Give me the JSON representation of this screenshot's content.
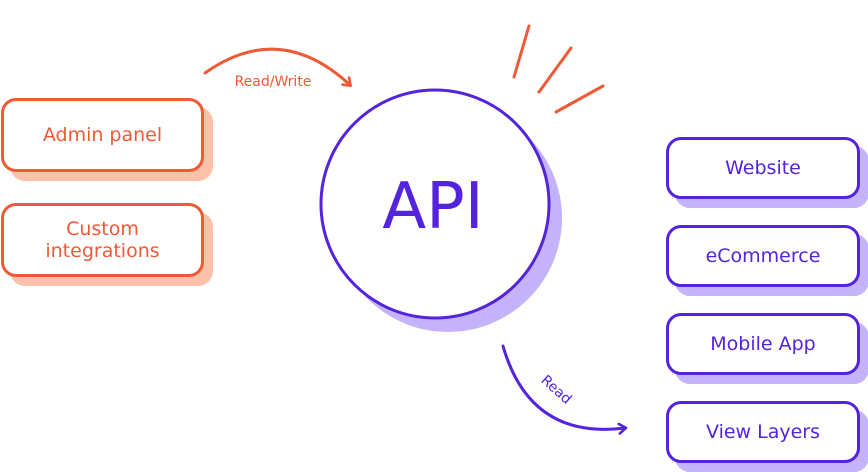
{
  "center": {
    "label": "API"
  },
  "sources": [
    {
      "label": "Admin panel"
    },
    {
      "label": "Custom integrations"
    }
  ],
  "consumers": [
    {
      "label": "Website"
    },
    {
      "label": "eCommerce"
    },
    {
      "label": "Mobile App"
    },
    {
      "label": "View Layers"
    }
  ],
  "edges": {
    "write_label": "Read/Write",
    "read_label": "Read"
  },
  "colors": {
    "orange": "#ee5a35",
    "orange_shadow": "#fbc1a9",
    "purple": "#5423dc",
    "purple_shadow": "#c4b3fb"
  }
}
